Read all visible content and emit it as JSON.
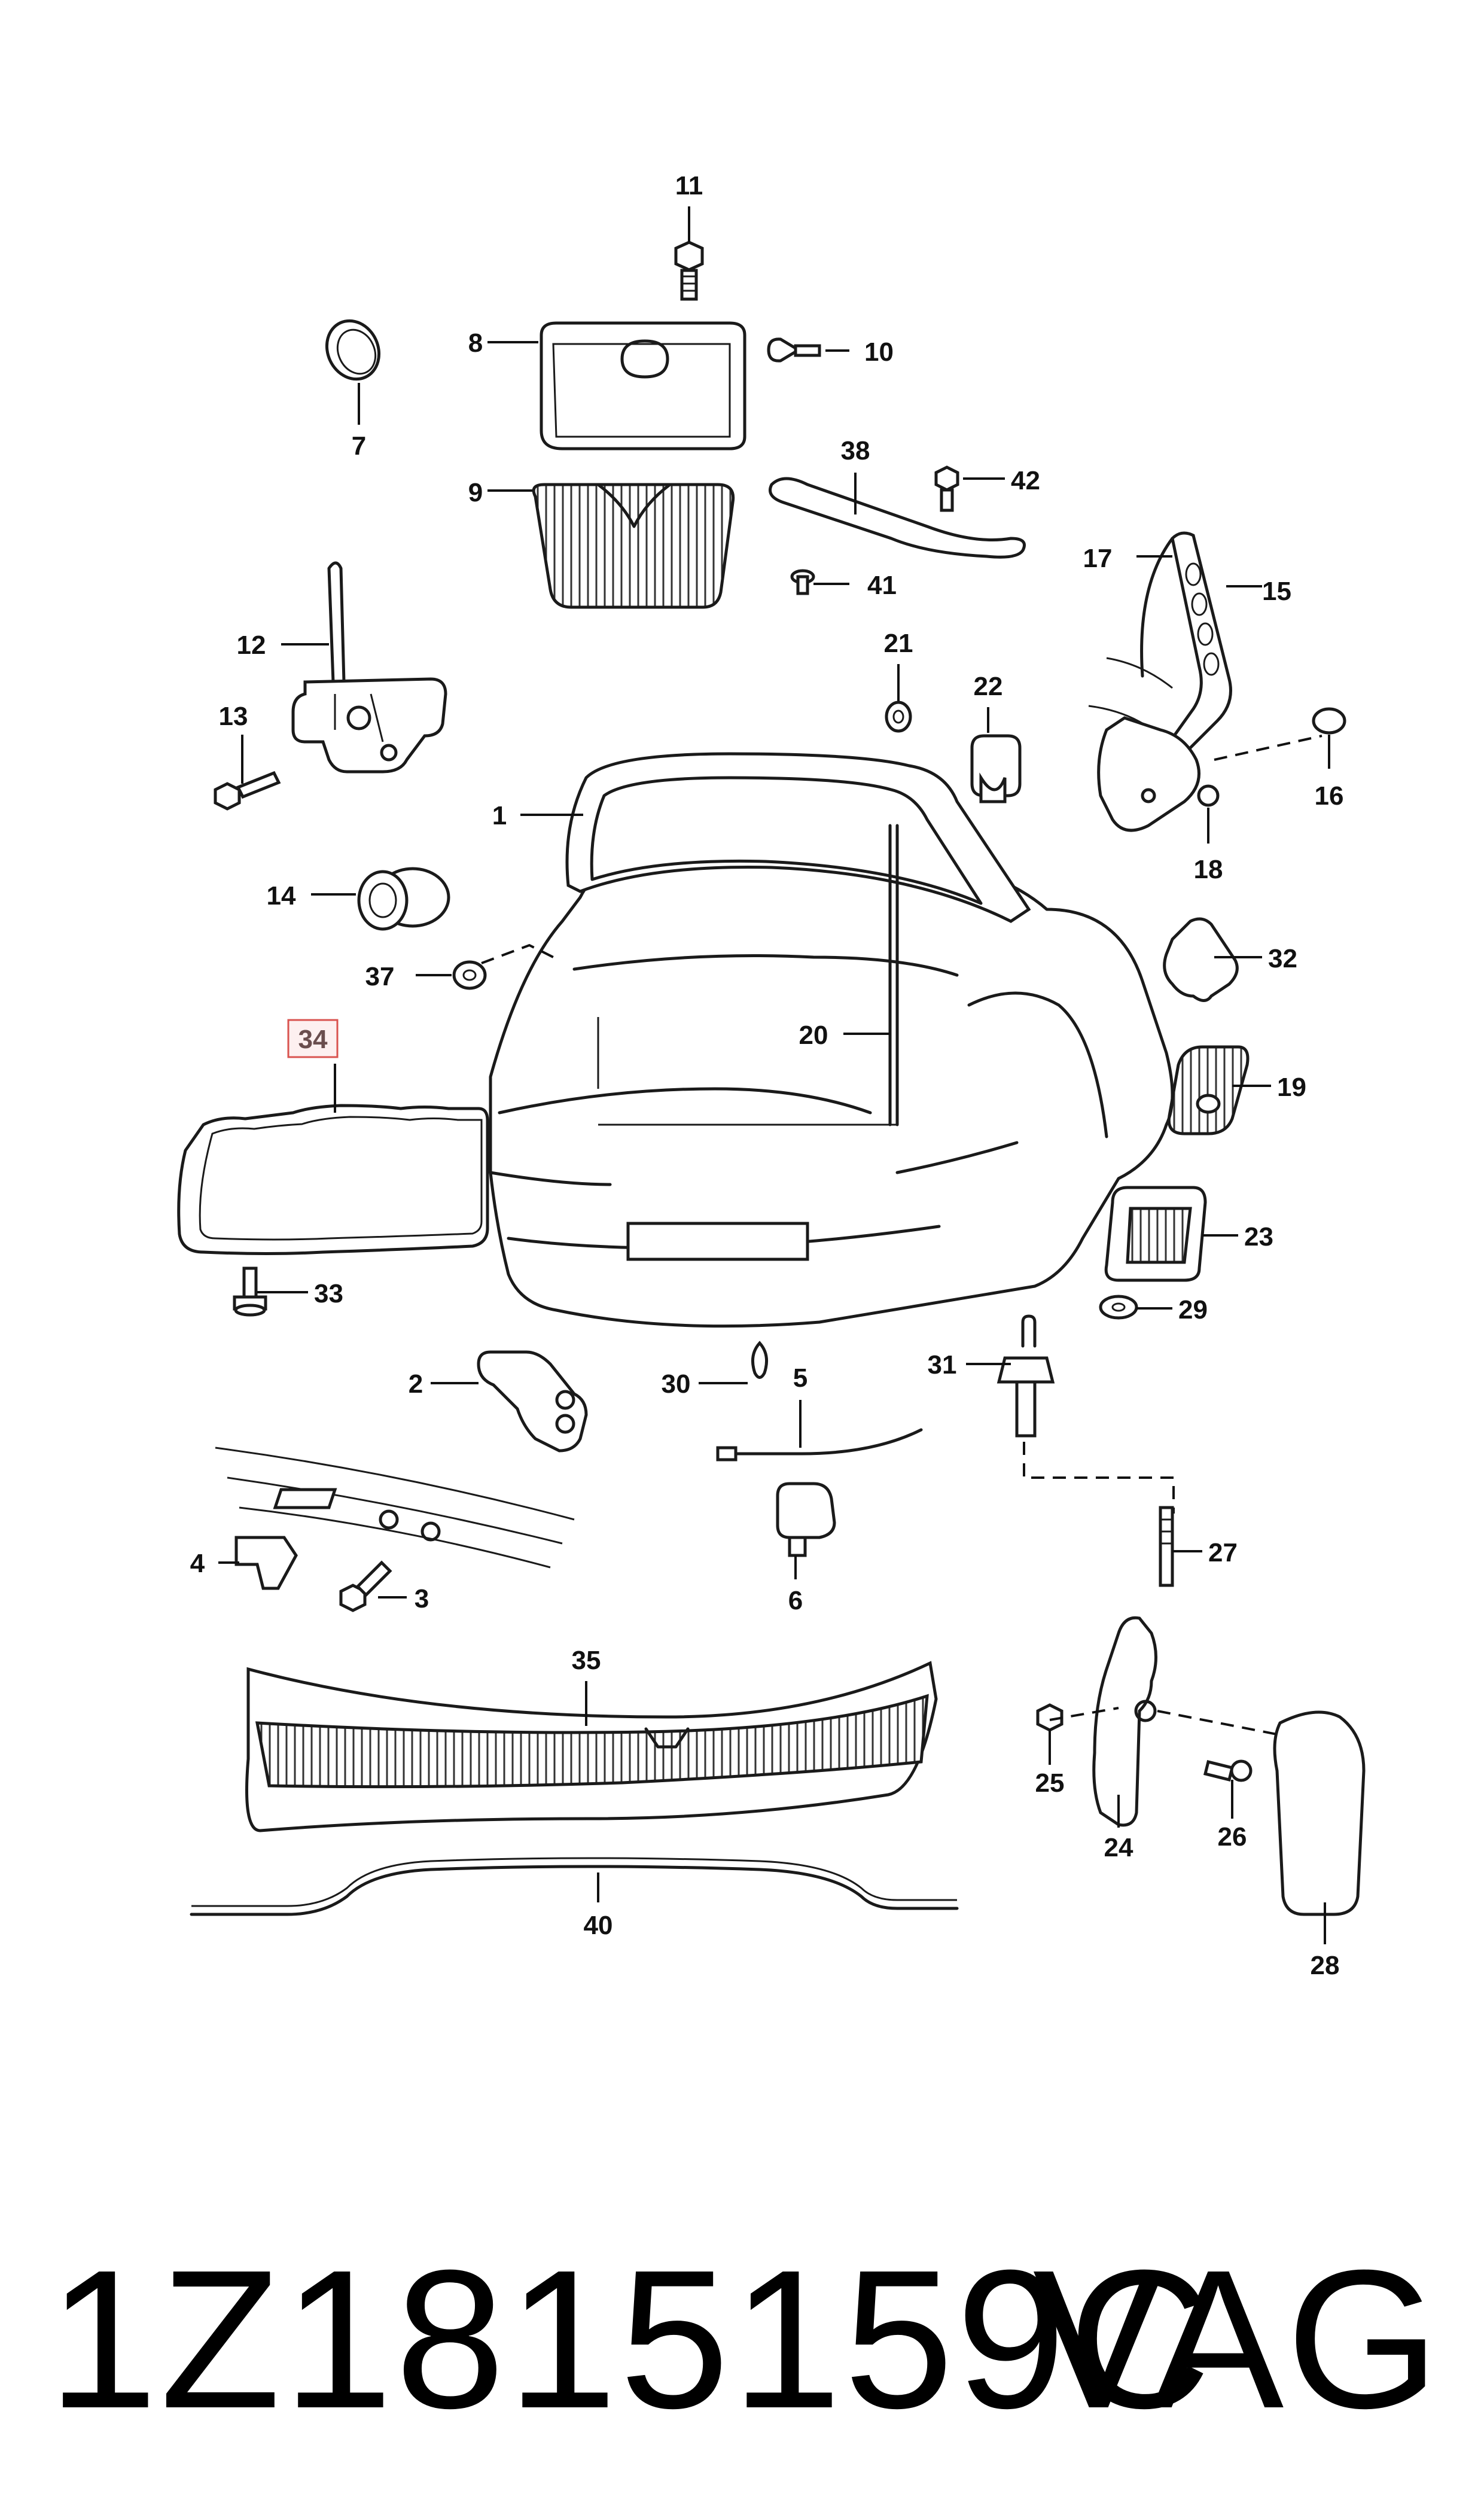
{
  "callouts": [
    "1",
    "2",
    "3",
    "4",
    "5",
    "6",
    "7",
    "8",
    "9",
    "10",
    "11",
    "12",
    "13",
    "14",
    "15",
    "16",
    "17",
    "18",
    "19",
    "20",
    "21",
    "22",
    "23",
    "24",
    "25",
    "26",
    "27",
    "28",
    "29",
    "30",
    "31",
    "32",
    "33",
    "34",
    "35",
    "37",
    "38",
    "40",
    "41",
    "42"
  ],
  "highlighted_callout": "34",
  "highlight_color": "#d9534f",
  "caption": {
    "part_number": "1Z1815159C",
    "brand": "VAG"
  }
}
